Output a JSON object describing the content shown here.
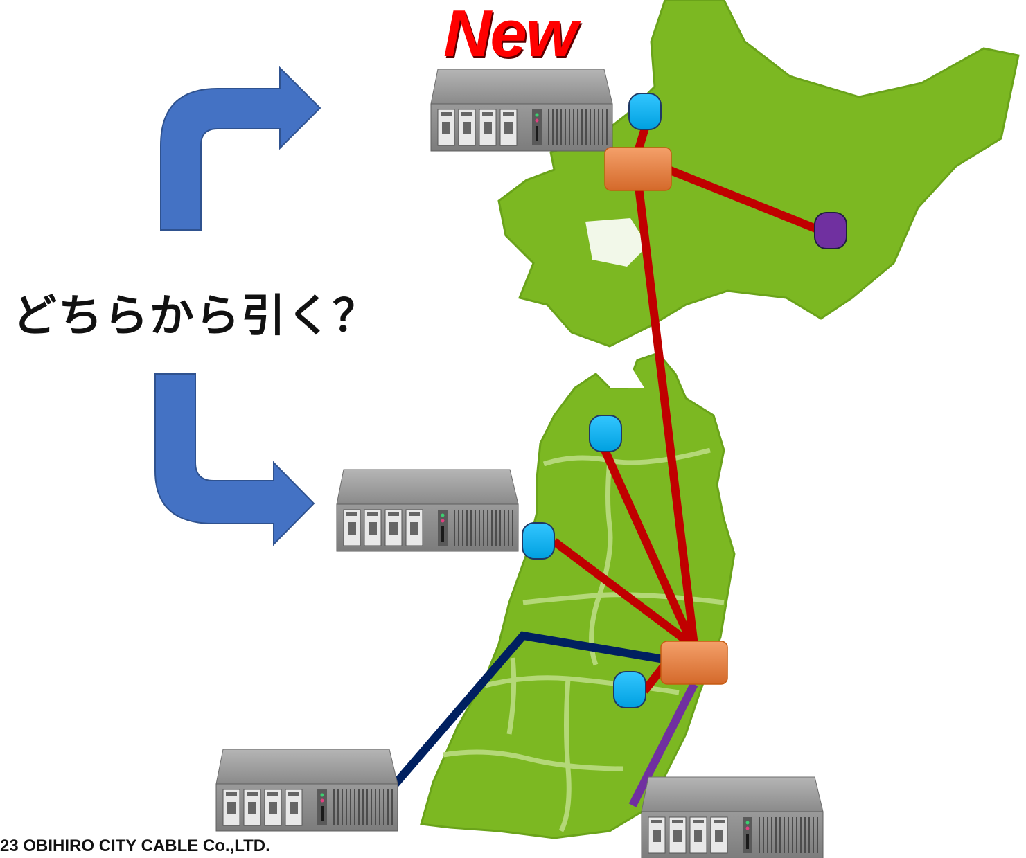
{
  "header": {
    "new_label": "New"
  },
  "question": "どちらから引く？",
  "footer": {
    "copyright": "23 OBIHIRO CITY CABLE Co.,LTD."
  },
  "colors": {
    "map_green": "#7cb822",
    "map_border": "#b4d878",
    "backbone_line": "#c00000",
    "dark_line": "#002060",
    "purple_line": "#7030a0",
    "arrow_blue": "#4472c4",
    "router_orange": "#ed7d31",
    "node_cyan": "#00b0f0",
    "node_purple": "#7030a0"
  },
  "icons": [
    "server-rack-icon",
    "router-icon",
    "node-icon",
    "curved-arrow-icon"
  ]
}
